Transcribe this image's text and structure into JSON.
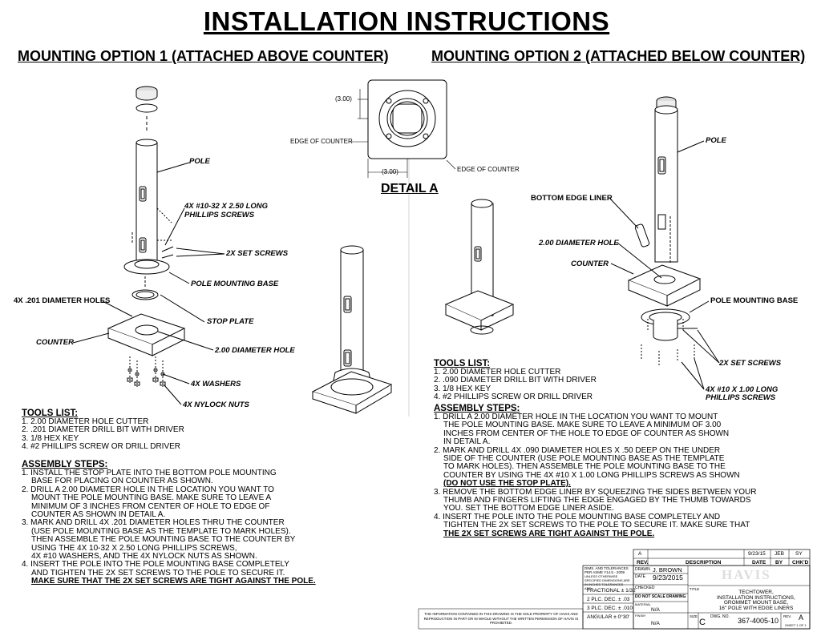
{
  "title": "INSTALLATION INSTRUCTIONS",
  "option1": {
    "heading": "MOUNTING OPTION 1 (ATTACHED ABOVE COUNTER)",
    "labels": {
      "pole": "POLE",
      "screws": "4X #10-32 X 2.50 LONG",
      "screws2": "PHILLIPS SCREWS",
      "set_screws": "2X SET SCREWS",
      "mount_base": "POLE MOUNTING BASE",
      "holes": "4X .201 DIAMETER HOLES",
      "stop_plate": "STOP PLATE",
      "counter": "COUNTER",
      "diam_hole": "2.00 DIAMETER HOLE",
      "washers": "4X WASHERS",
      "nuts": "4X NYLOCK NUTS"
    },
    "tools_title": "TOOLS LIST:",
    "tools": [
      "1. 2.00 DIAMETER HOLE CUTTER",
      "2. .201 DIAMETER DRILL BIT WITH DRIVER",
      "3. 1/8 HEX KEY",
      "4. #2 PHILLIPS SCREW OR DRILL DRIVER"
    ],
    "steps_title": "ASSEMBLY STEPS:",
    "steps": [
      "1. INSTALL THE STOP PLATE INTO THE BOTTOM POLE MOUNTING",
      "BASE FOR PLACING ON COUNTER AS SHOWN.",
      "2. DRILL A 2.00 DIAMETER HOLE IN THE LOCATION YOU WANT TO",
      "MOUNT THE POLE MOUNTING BASE. MAKE SURE TO LEAVE A",
      "MINIMUM OF 3 INCHES FROM CENTER OF HOLE TO EDGE OF",
      "COUNTER AS SHOWN IN DETAIL A.",
      "3. MARK AND DRILL 4X .201 DIAMETER HOLES THRU THE COUNTER",
      "(USE POLE MOUNTING BASE AS THE TEMPLATE TO MARK HOLES).",
      "THEN ASSEMBLE THE POLE MOUNTING BASE TO THE COUNTER BY",
      "USING THE 4X 10-32 X 2.50 LONG PHILLIPS SCREWS,",
      "4X #10 WASHERS, AND THE 4X NYLOCK NUTS AS SHOWN.",
      "4. INSERT THE POLE INTO THE POLE MOUNTING BASE COMPLETELY",
      "AND TIGHTEN THE 2X SET SCREWS TO THE POLE TO SECURE IT.",
      "MAKE SURE THAT THE 2X SET SCREWS ARE TIGHT AGAINST THE POLE."
    ]
  },
  "detail": {
    "title": "DETAIL A",
    "dim1": "3.00",
    "dim2": "3.00",
    "edge1": "EDGE OF COUNTER",
    "edge2": "EDGE OF COUNTER"
  },
  "option2": {
    "heading": "MOUNTING OPTION 2 (ATTACHED BELOW COUNTER)",
    "labels": {
      "pole": "POLE",
      "liner": "BOTTOM EDGE LINER",
      "diam_hole": "2.00 DIAMETER HOLE",
      "counter": "COUNTER",
      "mount_base": "POLE MOUNTING BASE",
      "set_screws": "2X SET SCREWS",
      "screws": "4X #10 X 1.00 LONG",
      "screws2": "PHILLIPS SCREWS"
    },
    "tools_title": "TOOLS LIST:",
    "tools": [
      "1. 2.00 DIAMETER HOLE CUTTER",
      "2. .090 DIAMETER DRILL BIT WITH DRIVER",
      "3. 1/8 HEX KEY",
      "4. #2 PHILLIPS SCREW OR DRILL DRIVER"
    ],
    "steps_title": "ASSEMBLY STEPS:",
    "steps": [
      "1. DRILL A 2.00 DIAMETER HOLE IN THE LOCATION YOU WANT TO MOUNT",
      "THE POLE MOUNTING BASE. MAKE SURE TO LEAVE A MINIMUM OF 3.00",
      "INCHES FROM CENTER OF THE HOLE TO EDGE OF COUNTER AS SHOWN",
      "IN DETAIL A.",
      "2. MARK AND DRILL 4X .090 DIAMETER HOLES X .50 DEEP ON THE UNDER",
      "SIDE OF THE COUNTER (USE POLE MOUNTING BASE AS THE TEMPLATE",
      "TO MARK HOLES). THEN ASSEMBLE THE POLE MOUNTING BASE TO THE",
      "COUNTER BY USING THE 4X #10 X 1.00 LONG PHILLIPS SCREWS AS SHOWN",
      "(DO NOT USE THE STOP PLATE).",
      "3. REMOVE THE BOTTOM EDGE LINER BY SQUEEZING THE SIDES BETWEEN YOUR",
      "THUMB AND FINGERS LIFTING THE EDGE ENGAGED BY THE THUMB TOWARDS",
      "YOU. SET THE BOTTOM EDGE LINER ASIDE.",
      "4. INSERT THE POLE INTO THE POLE MOUNTING BASE COMPLETELY AND",
      "TIGHTEN THE 2X SET SCREWS TO THE POLE TO SECURE IT. MAKE SURE THAT",
      "THE 2X SET SCREWS ARE TIGHT AGAINST THE POLE."
    ]
  },
  "title_block": {
    "rev_row": [
      "A",
      "",
      "9/23/15",
      "JEB",
      "SY"
    ],
    "rev_head": [
      "REV.",
      "DESCRIPTION",
      "DATE",
      "BY",
      "CHK'D"
    ],
    "drawn_label": "DRAWN",
    "drawn": "J. BROWN",
    "date_label": "DATE",
    "date": "9/23/2015",
    "checked": "CHECKED",
    "date2": "DATE",
    "material": "MATERIAL",
    "na1": "N/A",
    "finish": "FINISH",
    "na2": "N/A",
    "do_not_scale": "DO NOT SCALE DRAWING",
    "tolerance_head": "DIMS. AND TOLERANCES PER ASME Y14.5 - 2009",
    "tol_note": "UNLESS OTHERWISE SPECIFIED DIMENSIONS ARE IN INCHES TOLERANCES ARE:",
    "fractional": "FRACTIONAL  ±  1/32",
    "two_plc": "2 PLC. DEC.   ±  .03",
    "three_plc": "3 PLC. DEC.   ±  .010",
    "angular": "ANGULAR   ±  0°30'",
    "company": "HAVIS",
    "title_label": "TITLE",
    "title_lines": [
      "TECHTOWER,",
      "INSTALLATION INSTRUCTIONS,",
      "GROMMET MOUNT BASE,",
      "16\" POLE WITH EDGE LINERS"
    ],
    "size_label": "SIZE",
    "size": "C",
    "dwg_label": "DWG. NO.",
    "dwg_no": "367-4005-10",
    "rev_label": "REV.",
    "rev": "A",
    "sheet": "SHEET 1 OF 1",
    "proprietary": "THE INFORMATION CONTAINED IN THIS DRAWING IS THE SOLE PROPERTY OF HAVIS AND REPRODUCTION IN PART OR IN WHOLE WITHOUT THE WRITTEN PERMISSION OF HAVIS IS PROHIBITED."
  }
}
